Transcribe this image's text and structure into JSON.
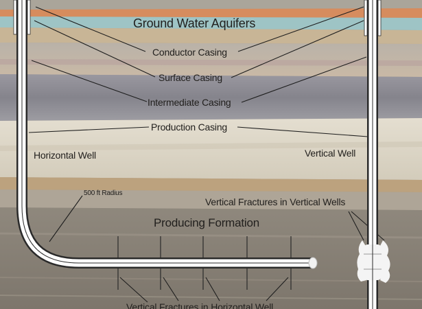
{
  "diagram": {
    "labels": {
      "aquifers": "Ground Water Aquifers",
      "conductor_casing": "Conductor Casing",
      "surface_casing": "Surface Casing",
      "intermediate_casing": "Intermediate Casing",
      "production_casing": "Production Casing",
      "horizontal_well": "Horizontal Well",
      "vertical_well": "Vertical Well",
      "radius": "500 ft Radius",
      "vertical_fractures_vertical": "Vertical Fractures in Vertical Wells",
      "producing_formation": "Producing Formation",
      "vertical_fractures_horizontal": "Vertical Fractures in Horizontal Well"
    },
    "colors": {
      "aquifer_band": "#9cc3c6",
      "orange_band": "#d98a5a",
      "shale": "#8d8c93",
      "sandstone": "#ded8c8",
      "formation": "#8c8479",
      "pipe": "#ffffff",
      "pipe_outline": "#2a2a2a"
    }
  }
}
